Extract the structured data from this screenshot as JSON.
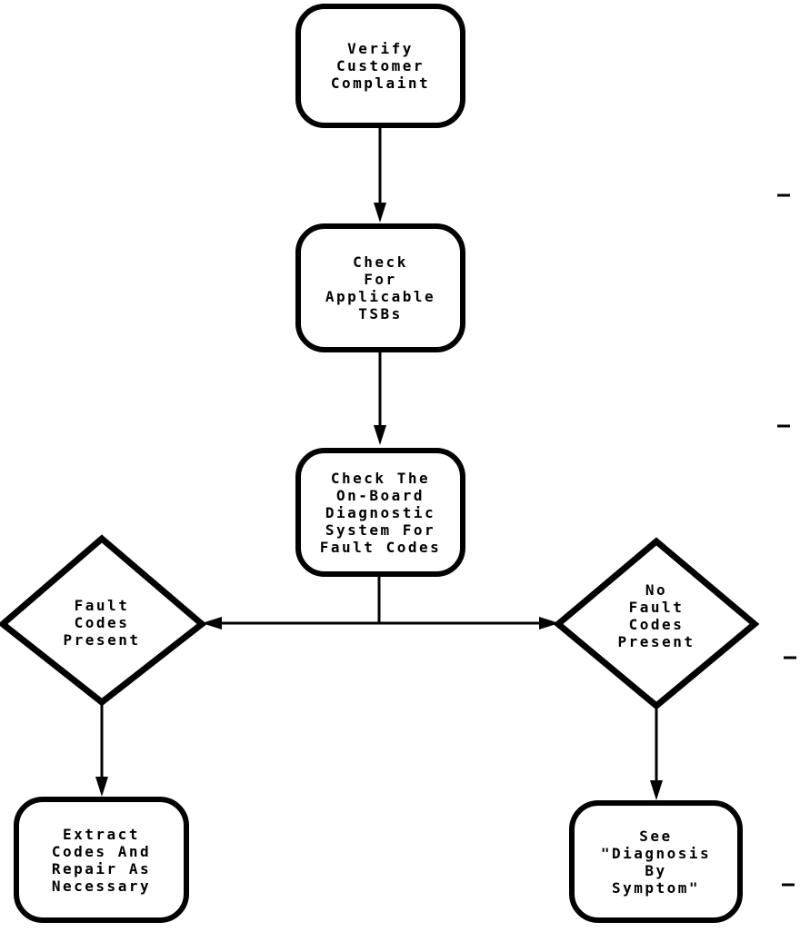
{
  "colors": {
    "ink": "#000000",
    "background": "#ffffff"
  },
  "nodes": {
    "verify_complaint": {
      "shape": "rounded-rect",
      "label": "Verify\nCustomer\nComplaint"
    },
    "check_tsbs": {
      "shape": "rounded-rect",
      "label": "Check\nFor\nApplicable\nTSBs"
    },
    "check_obd": {
      "shape": "rounded-rect",
      "label": "Check The\nOn-Board\nDiagnostic\nSystem For\nFault Codes"
    },
    "fault_codes_present": {
      "shape": "diamond",
      "label": "Fault\nCodes\nPresent"
    },
    "no_fault_codes_present": {
      "shape": "diamond",
      "label": "No\nFault\nCodes\nPresent"
    },
    "extract_codes": {
      "shape": "rounded-rect",
      "label": "Extract\nCodes And\nRepair As\nNecessary"
    },
    "see_diagnosis": {
      "shape": "rounded-rect",
      "label": "See\n\"Diagnosis\nBy\nSymptom\""
    }
  },
  "edges": [
    {
      "from": "verify_complaint",
      "to": "check_tsbs"
    },
    {
      "from": "check_tsbs",
      "to": "check_obd"
    },
    {
      "from": "check_obd",
      "to": "fault_codes_present"
    },
    {
      "from": "check_obd",
      "to": "no_fault_codes_present"
    },
    {
      "from": "fault_codes_present",
      "to": "extract_codes"
    },
    {
      "from": "no_fault_codes_present",
      "to": "see_diagnosis"
    }
  ]
}
